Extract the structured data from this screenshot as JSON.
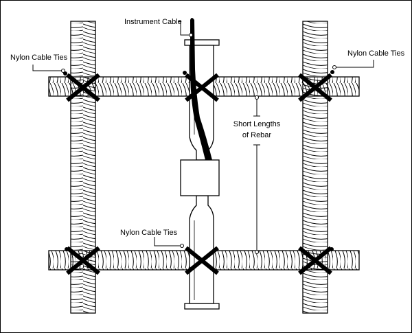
{
  "labels": {
    "instrument_cable": "Instrument Cable",
    "ties_top_left": "Nylon Cable Ties",
    "ties_top_right": "Nylon Cable Ties",
    "ties_bottom": "Nylon Cable Ties",
    "rebar_line1": "Short Lengths",
    "rebar_line2": "of Rebar"
  },
  "colors": {
    "line": "#000000",
    "fill": "#ffffff"
  }
}
